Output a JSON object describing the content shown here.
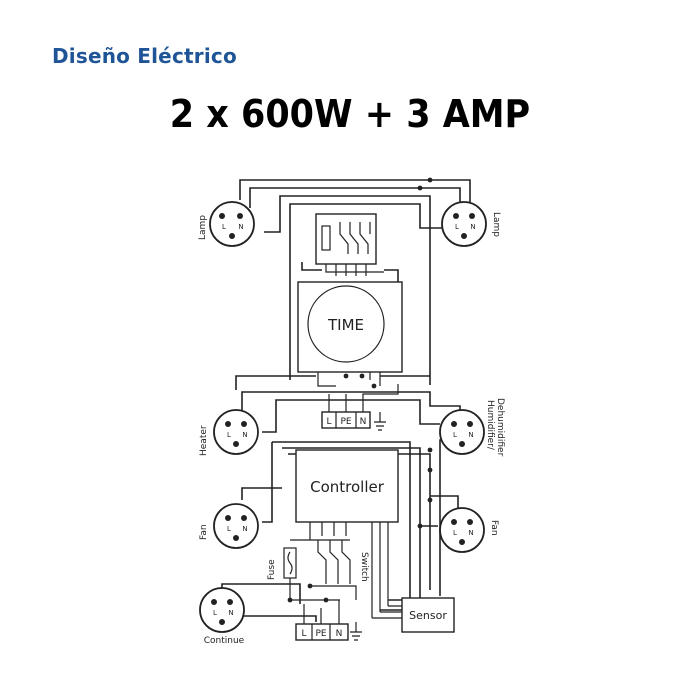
{
  "header": {
    "brand": "Diseño Eléctrico",
    "title": "2 x 600W + 3 AMP"
  },
  "diagram": {
    "timer_label": "TIME",
    "controller_label": "Controller",
    "sensor_label": "Sensor",
    "fuse_label": "Fuse",
    "switch_label": "Switch",
    "socket_labels": {
      "lamp_left": "Lamp",
      "lamp_right": "Lamp",
      "heater": "Heater",
      "humidifier_line1": "Humidifier/",
      "humidifier_line2": "Dehumidifier",
      "fan_left": "Fan",
      "fan_right": "Fan",
      "continue": "Continue"
    },
    "terminal_labels": [
      "L",
      "PE",
      "N"
    ],
    "pin_labels": {
      "l": "L",
      "n": "N"
    }
  }
}
